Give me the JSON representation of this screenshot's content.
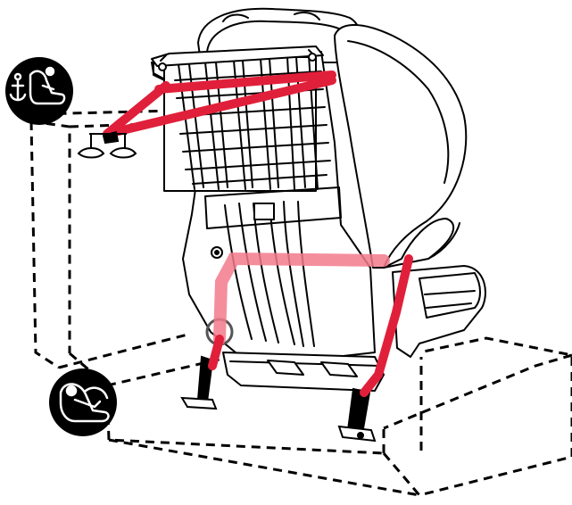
{
  "diagram": {
    "kind": "child car seat installation illustration",
    "badges": [
      {
        "id": "top-tether",
        "icon": "anchor-seat-icon"
      },
      {
        "id": "child-position",
        "icon": "reclined-child-icon"
      }
    ],
    "colors": {
      "line": "#000000",
      "strap": "#e0203a",
      "strap_light": "#f27a8c",
      "background": "#ffffff"
    }
  }
}
